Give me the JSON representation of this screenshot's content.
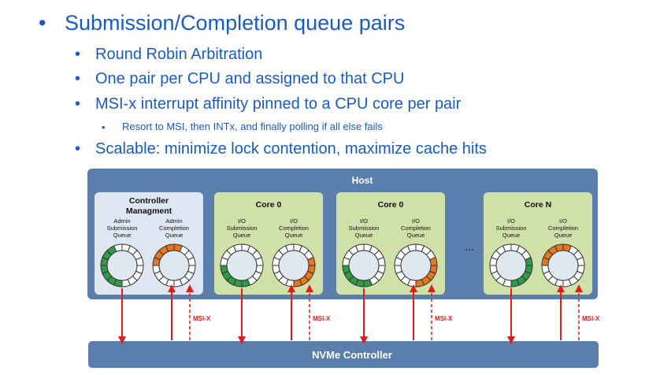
{
  "bullets": {
    "main": "Submission/Completion queue pairs",
    "items": [
      "Round Robin Arbitration",
      "One pair per CPU and assigned to that CPU",
      "MSI-x interrupt affinity pinned to a CPU core per pair"
    ],
    "sub_item": "Resort to MSI, then INTx, and finally polling if all else fails",
    "last_item": "Scalable: minimize lock contention, maximize cache hits"
  },
  "diagram": {
    "host_label": "Host",
    "controller_label": "NVMe Controller",
    "ellipsis": "...",
    "msi_label": "MSI-X",
    "groups": [
      {
        "title": "Controller Managment",
        "left_queue": "Admin Submission Queue",
        "right_queue": "Admin Completion Queue"
      },
      {
        "title": "Core 0",
        "left_queue": "I/O Submission Queue",
        "right_queue": "I/O Completion Queue"
      },
      {
        "title": "Core 0",
        "left_queue": "I/O Submission Queue",
        "right_queue": "I/O Completion Queue"
      },
      {
        "title": "Core N",
        "left_queue": "I/O Submission Queue",
        "right_queue": "I/O Completion Queue"
      }
    ]
  },
  "colors": {
    "bullet_text": "#1a5bbf",
    "host_fill": "#5b7fad",
    "controller_fill": "#5b7fad",
    "mgmt_box": "#dde6f1",
    "core_box": "#cfe0a8",
    "submission_fill": "#2f9b47",
    "completion_fill": "#e8761e",
    "arrow": "#e31a1a"
  }
}
